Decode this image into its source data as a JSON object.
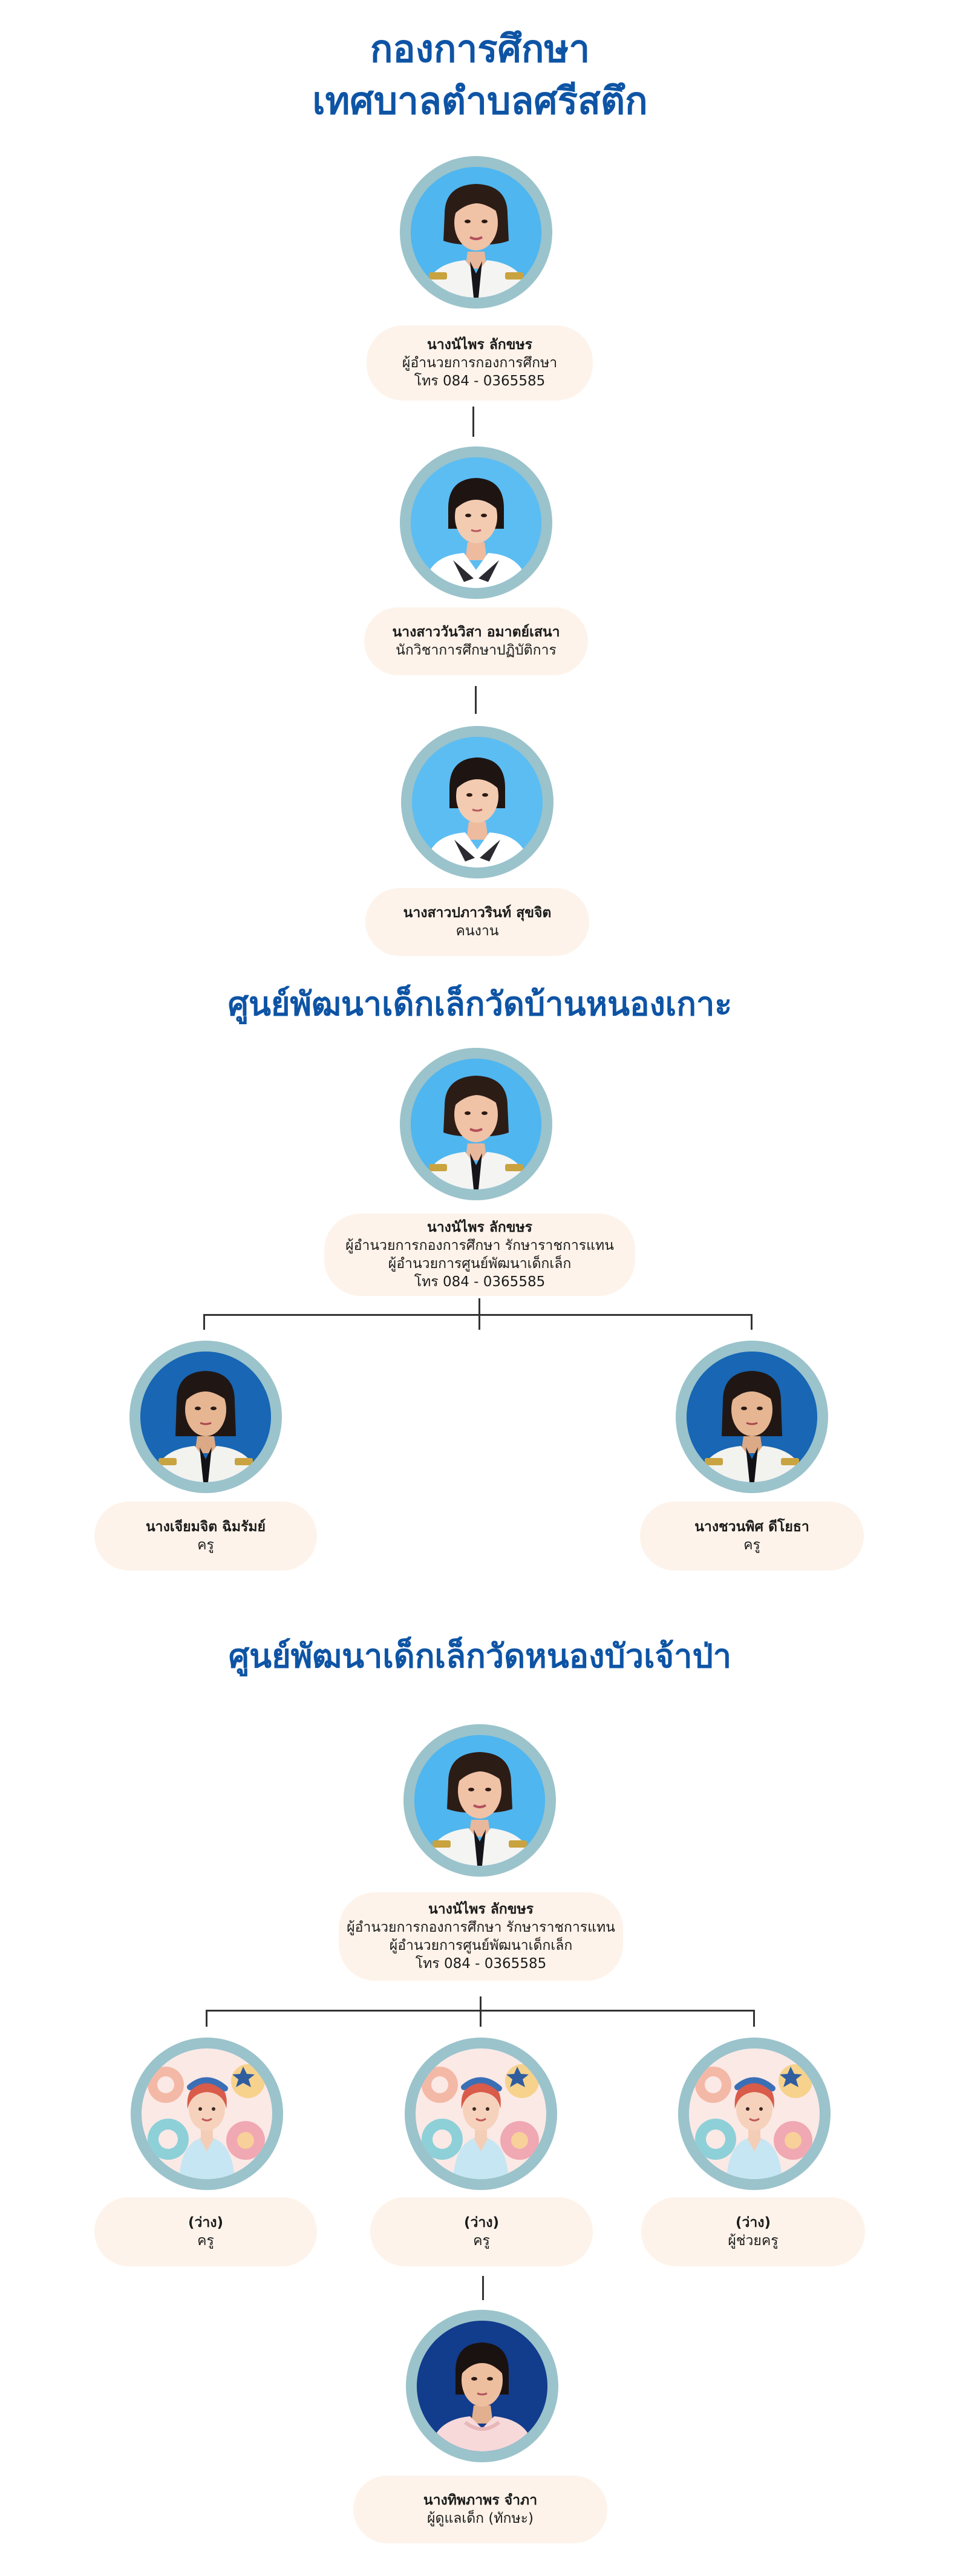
{
  "header": {
    "title_line1": "กองการศึกษา",
    "title_line2": "เทศบาลตำบลศรีสตึก"
  },
  "division": {
    "director": {
      "name": "นางนัไพร ลักขษร",
      "position": "ผู้อำนวยการกองการศึกษา",
      "phone": "โทร 084 - 0365585"
    },
    "academic": {
      "name": "นางสาววันวิสา อมาตย์เสนา",
      "position": "นักวิชาการศึกษาปฏิบัติการ"
    },
    "worker": {
      "name": "นางสาวปภาวรินท์  สุขจิต",
      "position": "คนงาน"
    }
  },
  "center1": {
    "title": "ศูนย์พัฒนาเด็กเล็กวัดบ้านหนองเกาะ",
    "head": {
      "name": "นางนัไพร ลักขษร",
      "position_line1": "ผู้อำนวยการกองการศึกษา รักษาราชการแทน",
      "position_line2": "ผู้อำนวยการศูนย์พัฒนาเด็กเล็ก",
      "phone": "โทร 084 - 0365585"
    },
    "teacher_left": {
      "name": "นางเจียมจิต ฉิมรัมย์",
      "position": "ครู"
    },
    "teacher_right": {
      "name": "นางชวนพิศ ดีโยธา",
      "position": "ครู"
    }
  },
  "center2": {
    "title": "ศูนย์พัฒนาเด็กเล็กวัดหนองบัวเจ้าป่า",
    "head": {
      "name": "นางนัไพร ลักขษร",
      "position_line1": "ผู้อำนวยการกองการศึกษา รักษาราชการแทน",
      "position_line2": "ผู้อำนวยการศูนย์พัฒนาเด็กเล็ก",
      "phone": "โทร 084 - 0365585"
    },
    "vacant_left": {
      "name": "(ว่าง)",
      "position": "ครู"
    },
    "vacant_middle": {
      "name": "(ว่าง)",
      "position": "ครู"
    },
    "vacant_right": {
      "name": "(ว่าง)",
      "position": "ผู้ช่วยครู"
    },
    "caretaker": {
      "name": "นางทิพภาพร จำภา",
      "position": "ผู้ดูแลเด็ก (ทักษะ)"
    }
  },
  "colors": {
    "title": "#0e54a5",
    "ring": "#9bc3cb",
    "card": "#fdf3ea",
    "connector": "#333333"
  },
  "icons": {
    "photo": "person-photo-icon",
    "vacant": "vacant-placeholder-illustration-icon"
  }
}
